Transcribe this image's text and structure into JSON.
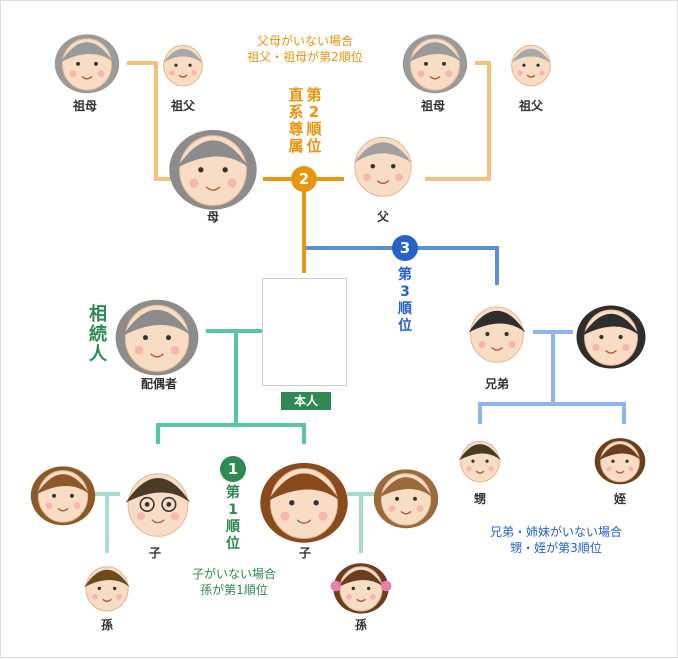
{
  "colors": {
    "ascendant": "#f3c27d",
    "ascendant_strong": "#e8950f",
    "sibling": "#5b8fd6",
    "sibling_light": "#8fb4ea",
    "heir": "#57c79f",
    "heir_strong": "#2c8a52",
    "heir_light": "#a7dfc6"
  },
  "persons": {
    "grandmother_left": "祖母",
    "grandfather_left": "祖父",
    "grandmother_right": "祖母",
    "grandfather_right": "祖父",
    "mother": "母",
    "father": "父",
    "spouse": "配偶者",
    "self": "本人",
    "brother": "兄弟",
    "nephew": "甥",
    "niece": "姪",
    "child_left": "子",
    "child_right": "子",
    "grandchild_left": "孫",
    "grandchild_right": "孫"
  },
  "badges": {
    "first": "1",
    "second": "2",
    "third": "3"
  },
  "notes": {
    "grandparents_line1": "父母がいない場合",
    "grandparents_line2": "祖父・祖母が第2順位",
    "siblings_line1": "兄弟・姉妹がいない場合",
    "siblings_line2": "甥・姪が第3順位",
    "grandchildren_line1": "子がいない場合",
    "grandchildren_line2": "孫が第1順位"
  },
  "vertical_labels": {
    "lineal_col1": [
      "直",
      "系",
      "尊",
      "属"
    ],
    "lineal_col2": [
      "第",
      "2",
      "順",
      "位"
    ],
    "third_rank": [
      "第",
      "3",
      "順",
      "位"
    ],
    "first_rank": [
      "第",
      "1",
      "順",
      "位"
    ],
    "heir": [
      "相",
      "続",
      "人"
    ]
  }
}
